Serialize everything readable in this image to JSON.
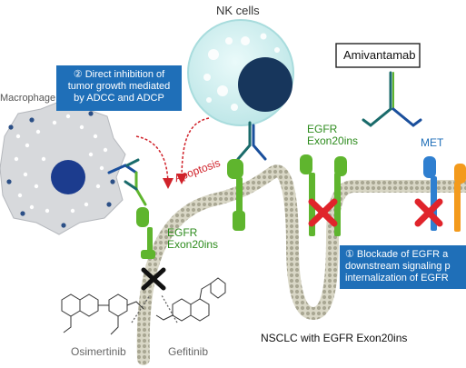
{
  "labels": {
    "nk_cells": "NK cells",
    "macrophage": "Macrophage",
    "amivantamab": "Amivantamab",
    "egfr_top": "EGFR\nExon20ins",
    "met": "MET",
    "egfr_lower": "EGFR\nExon20ins",
    "apoptosis": "Apoptosis",
    "osimertinib": "Osimertinib",
    "gefitinib": "Gefitinib",
    "caption": "NSCLC with EGFR Exon20ins"
  },
  "callouts": {
    "direct_inhibition": "② Direct inhibition of\ntumor growth mediated\nby ADCC and ADCP",
    "blockade": "① Blockade of EGFR a\ndownstream signaling p\ninternalization of EGFR"
  },
  "colors": {
    "callout_blue": "#1f6fb8",
    "egfr_green": "#5fb52e",
    "met_blue": "#2f7fd0",
    "met_orange": "#f39a1c",
    "inhibit_red": "#e0242b",
    "membrane": "#c9c7b4",
    "nk_cell": "#cfeff0",
    "nucleus": "#17365c",
    "apoptosis_red": "#d0222a"
  }
}
